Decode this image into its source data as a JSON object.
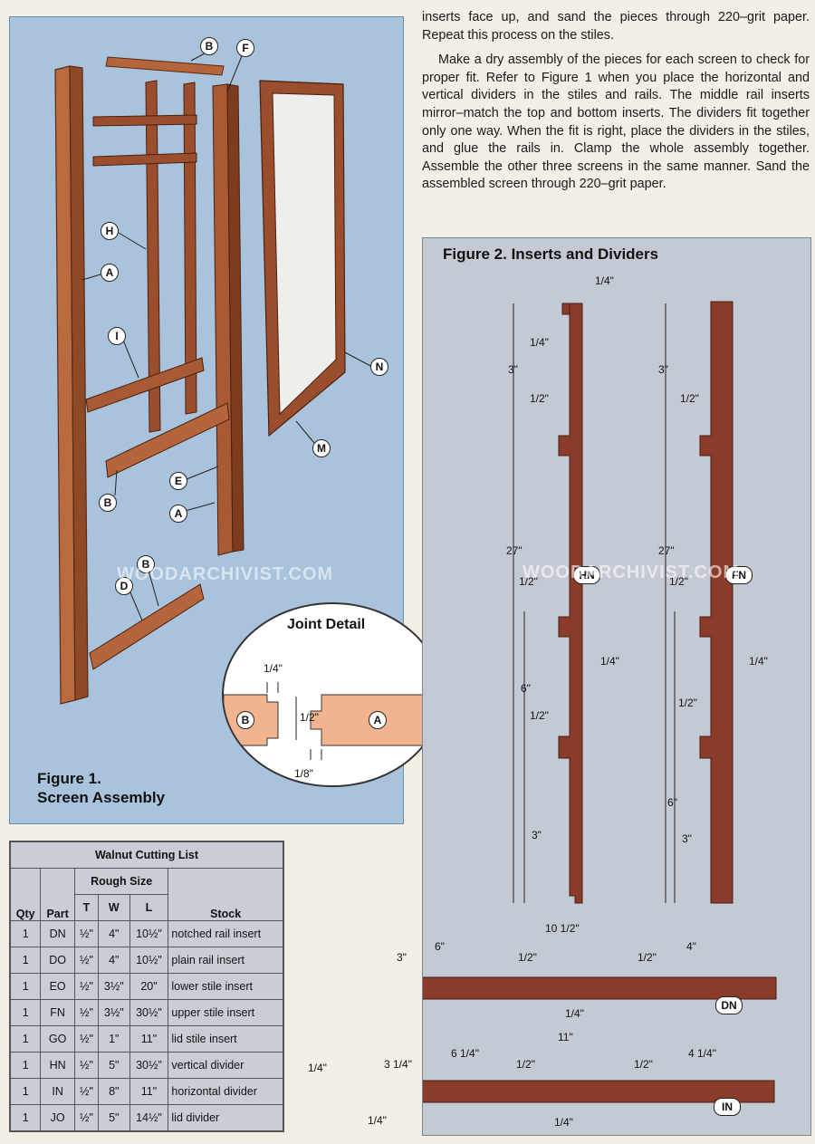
{
  "text": {
    "para1": "inserts face up, and sand the pieces through 220–grit paper. Repeat this process on the stiles.",
    "para2": "Make a dry assembly of the pieces for each screen to check for proper fit. Refer to Figure 1 when you place the horizontal and vertical dividers in the stiles and rails. The middle rail inserts mirror–match the top and bottom inserts. The dividers fit together only one way. When the fit is right, place the dividers in the stiles, and glue the rails in. Clamp the whole assembly together. Assemble the other three screens in the same manner. Sand the assembled screen through 220–grit paper."
  },
  "figure1": {
    "title_line1": "Figure 1.",
    "title_line2": "Screen Assembly",
    "callouts": [
      "B",
      "F",
      "H",
      "A",
      "I",
      "N",
      "M",
      "E",
      "B",
      "A",
      "B",
      "D"
    ]
  },
  "joint_detail": {
    "title": "Joint Detail",
    "dims": [
      "1/4\"",
      "1/2\"",
      "1/8\""
    ],
    "labels": [
      "B",
      "A"
    ]
  },
  "figure2": {
    "title": "Figure 2. Inserts and Dividers",
    "hn_dims": [
      "1/4\"",
      "1/4\"",
      "3\"",
      "1/2\"",
      "27\"",
      "1/2\"",
      "1/4\"",
      "6\"",
      "1/2\"",
      "3\""
    ],
    "fn_dims": [
      "3\"",
      "1/2\"",
      "27\"",
      "1/2\"",
      "1/4\"",
      "1/2\"",
      "6\"",
      "3\""
    ],
    "dn_dims": [
      "10 1/2\"",
      "6\"",
      "4\"",
      "3\"",
      "1/2\"",
      "1/2\"",
      "1/4\""
    ],
    "in_dims": [
      "11\"",
      "6 1/4\"",
      "3 1/4\"",
      "1/2\"",
      "1/2\"",
      "4 1/4\"",
      "1/4\"",
      "1/4\"",
      "1/4\""
    ],
    "part_labels": [
      "HN",
      "FN",
      "DN",
      "IN"
    ]
  },
  "watermark": "WOODARCHIVIST.COM",
  "cutting_list": {
    "title": "Walnut Cutting List",
    "group_header": "Rough Size",
    "headers": [
      "Qty",
      "Part",
      "T",
      "W",
      "L",
      "Stock"
    ],
    "rows": [
      [
        "1",
        "DN",
        "½\"",
        "4\"",
        "10½\"",
        "notched rail insert"
      ],
      [
        "1",
        "DO",
        "½\"",
        "4\"",
        "10½\"",
        "plain rail insert"
      ],
      [
        "1",
        "EO",
        "½\"",
        "3½\"",
        "20\"",
        "lower stile insert"
      ],
      [
        "1",
        "FN",
        "½\"",
        "3½\"",
        "30½\"",
        "upper stile insert"
      ],
      [
        "1",
        "GO",
        "½\"",
        "1\"",
        "11\"",
        "lid stile insert"
      ],
      [
        "1",
        "HN",
        "½\"",
        "5\"",
        "30½\"",
        "vertical divider"
      ],
      [
        "1",
        "IN",
        "½\"",
        "8\"",
        "11\"",
        "horizontal divider"
      ],
      [
        "1",
        "JO",
        "½\"",
        "5\"",
        "14½\"",
        "lid divider"
      ]
    ]
  },
  "colors": {
    "figure1_bg": "#a9c3dc",
    "figure2_bg": "#c3cad3",
    "wood": "#8a3b2a",
    "joint_wood": "#f2b48e"
  }
}
